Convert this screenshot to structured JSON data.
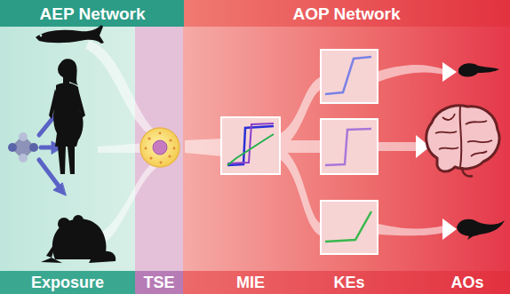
{
  "diagram": {
    "labels": [
      "AEP Network",
      "AOP Network",
      "Exposure",
      "TSE",
      "MIE",
      "KEs",
      "AOs"
    ]
  }
}
